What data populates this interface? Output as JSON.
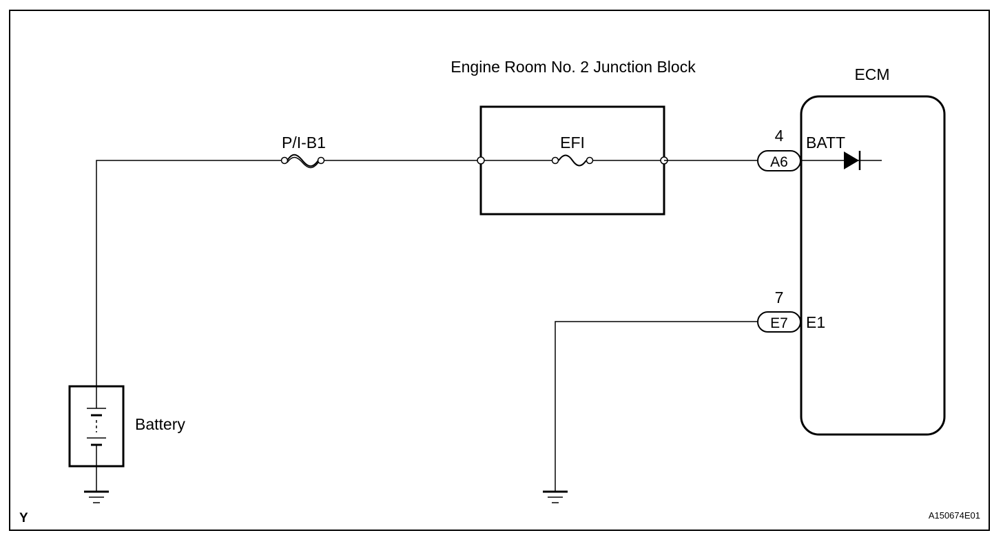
{
  "frame": {
    "corner_code": "Y",
    "figure_id": "A150674E01"
  },
  "junction_block": {
    "title": "Engine Room No. 2 Junction Block",
    "fuse_label": "EFI"
  },
  "fusible_link": {
    "label": "P/I-B1"
  },
  "battery": {
    "label": "Battery"
  },
  "ecm": {
    "title": "ECM",
    "terminals": [
      {
        "pin": "4",
        "connector": "A6",
        "name": "BATT"
      },
      {
        "pin": "7",
        "connector": "E7",
        "name": "E1"
      }
    ]
  }
}
